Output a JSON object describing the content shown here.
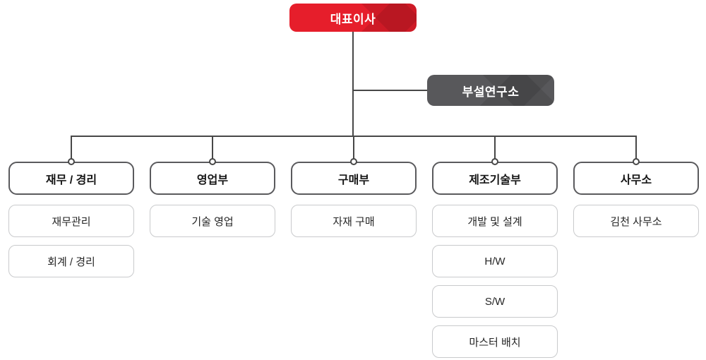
{
  "org": {
    "root": {
      "label": "대표이사"
    },
    "staff": {
      "label": "부설연구소"
    },
    "departments": [
      {
        "label": "재무 / 경리",
        "children": [
          "재무관리",
          "회계 / 경리"
        ]
      },
      {
        "label": "영업부",
        "children": [
          "기술 영업"
        ]
      },
      {
        "label": "구매부",
        "children": [
          "자재 구매"
        ]
      },
      {
        "label": "제조기술부",
        "children": [
          "개발 및 설계",
          "H/W",
          "S/W",
          "마스터 배치"
        ]
      },
      {
        "label": "사무소",
        "children": [
          "김천 사무소"
        ]
      }
    ],
    "colors": {
      "root_bg": "#e61e2b",
      "staff_bg": "#58585b",
      "line": "#474747",
      "dept_border": "#5a5a5d",
      "sub_border": "#c9cacc"
    }
  }
}
